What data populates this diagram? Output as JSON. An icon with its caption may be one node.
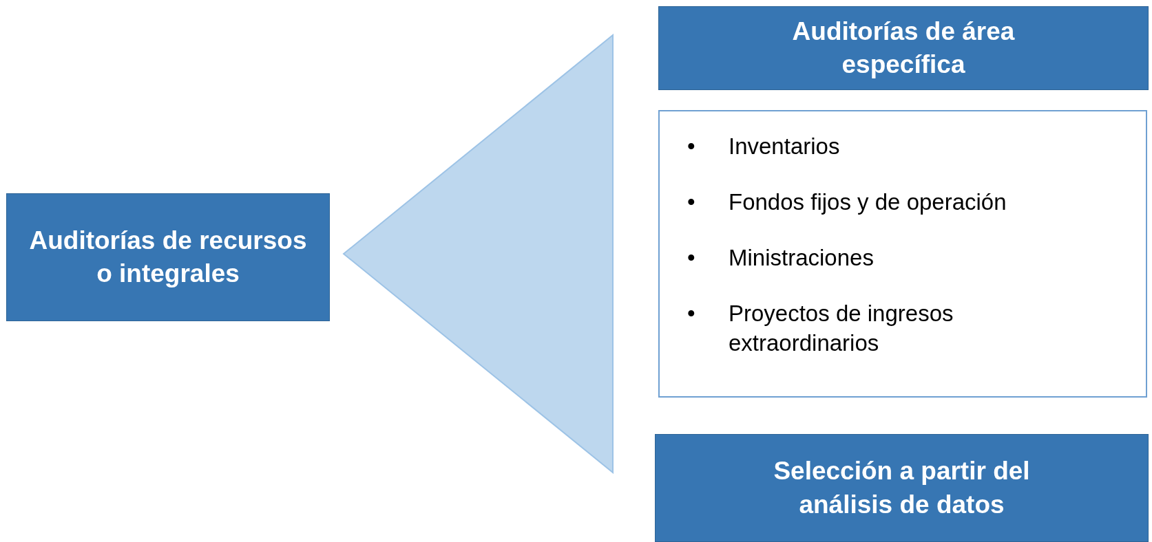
{
  "diagram": {
    "nodes": [
      {
        "text": [
          "Auditorías de recursos o integrales"
        ]
      },
      {
        "text": [],
        "shape": "triangle"
      },
      {
        "text": [
          "Auditorías de área específica"
        ]
      },
      {
        "text": [
          "Inventarios",
          "Fondos fijos y de operación",
          "Ministraciones",
          "Proyectos de ingresos extraordinarios"
        ]
      },
      {
        "text": [
          "Selección a partir del análisis de datos"
        ]
      }
    ],
    "labels": [
      "•",
      "•",
      "•",
      "•"
    ]
  }
}
